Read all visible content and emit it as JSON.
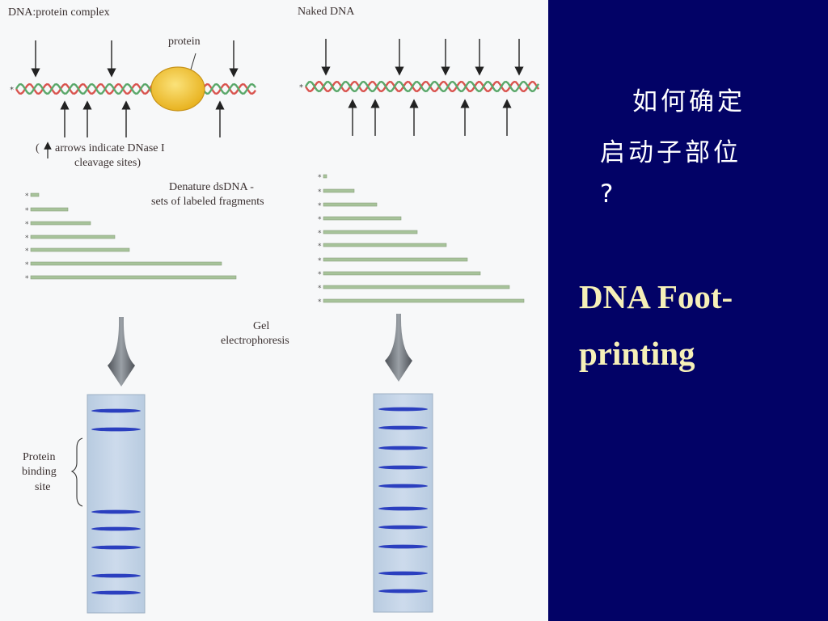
{
  "figure": {
    "left_title": "DNA:protein complex",
    "right_title": "Naked DNA",
    "protein_label": "protein",
    "arrows_note_1": "arrows indicate DNase I",
    "arrows_note_2": "cleavage sites)",
    "denature_1": "Denature dsDNA -",
    "denature_2": "sets of labeled fragments",
    "gel_1": "Gel",
    "gel_2": "electrophoresis",
    "binding_1": "Protein",
    "binding_2": "binding",
    "binding_3": "site",
    "colors": {
      "gel_lane": "#c2d4e6",
      "band": "#2b3fbf",
      "fragment": "#a7c39a",
      "protein": "#f2c232",
      "strand_red": "#d9544f",
      "strand_green": "#5aa86a"
    }
  },
  "text": {
    "question_line1": "如何确定",
    "question_line2": "启动子部位",
    "question_line3": "?",
    "title_line1": "DNA Foot-",
    "title_line2": "printing"
  },
  "theme": {
    "right_bg": "#020266",
    "title_color": "#f6f0b8"
  }
}
